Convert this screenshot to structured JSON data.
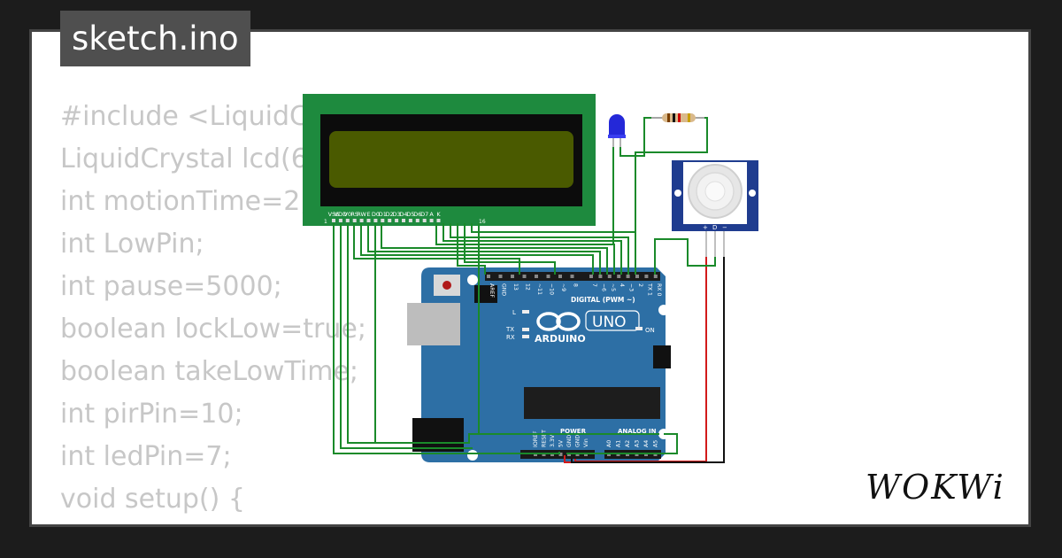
{
  "page": {
    "title": "sketch.ino"
  },
  "code": {
    "lines": [
      "#include <LiquidCr",
      "LiquidCrystal lcd(6",
      "int motionTime=2;",
      "int LowPin;",
      "int pause=5000;",
      "boolean lockLow=true;",
      "boolean takeLowTime;",
      "int pirPin=10;",
      "int ledPin=7;",
      "void setup() {"
    ]
  },
  "circuit": {
    "lcd": {
      "pin_labels": [
        "VSS",
        "VDD",
        "V0",
        "RS",
        "RW",
        "E",
        "D0",
        "D1",
        "D2",
        "D3",
        "D4",
        "D5",
        "D6",
        "D7",
        "A",
        "K"
      ],
      "pin_1": "1",
      "pin_16": "16"
    },
    "arduino": {
      "logo_text": "ARDUINO",
      "model": "UNO",
      "digital_header": "DIGITAL (PWM ~)",
      "digital_pins": [
        "AREF",
        "GND",
        "13",
        "12",
        "~11",
        "~10",
        "~9",
        "8",
        "7",
        "~6",
        "~5",
        "4",
        "~3",
        "2",
        "TX 1",
        "RX 0"
      ],
      "power_header": "POWER",
      "power_pins": [
        "IOREF",
        "RESET",
        "3.3V",
        "5V",
        "GND",
        "GND",
        "Vin"
      ],
      "analog_header": "ANALOG IN",
      "analog_pins": [
        "A0",
        "A1",
        "A2",
        "A3",
        "A4",
        "A5"
      ],
      "led_labels": [
        "L",
        "TX",
        "RX"
      ],
      "on_label": "ON"
    },
    "pir": {
      "pin_labels": [
        "+",
        "D",
        "−"
      ]
    },
    "colors": {
      "board": "#2d6fa5",
      "lcd_pcb": "#1e8a3e",
      "lcd_screen": "#4a5a00",
      "wire_green": "#1a8a2a",
      "wire_red": "#d21a1a",
      "wire_black": "#111111"
    }
  },
  "brand": {
    "logo": "WOKWi"
  }
}
